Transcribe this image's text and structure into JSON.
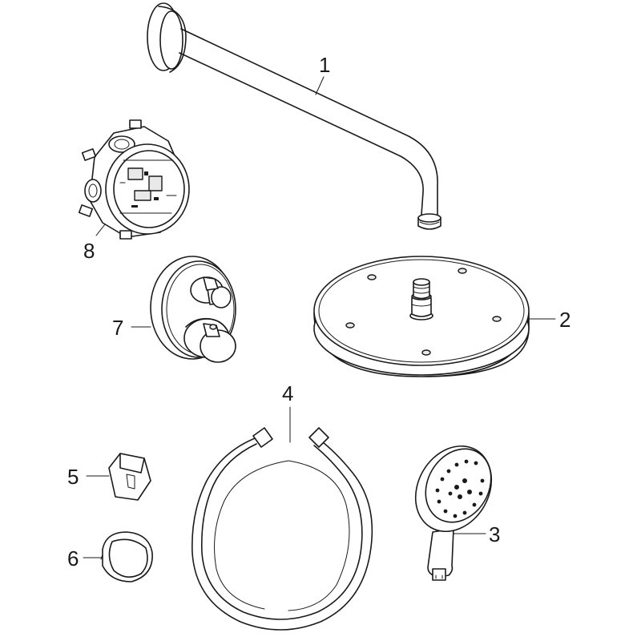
{
  "callouts": {
    "arm": "1",
    "overhead_shower": "2",
    "hand_shower": "3",
    "hose": "4",
    "holder": "5",
    "wall_outlet": "6",
    "thermostat_trim": "7",
    "rough_in_body": "8"
  }
}
